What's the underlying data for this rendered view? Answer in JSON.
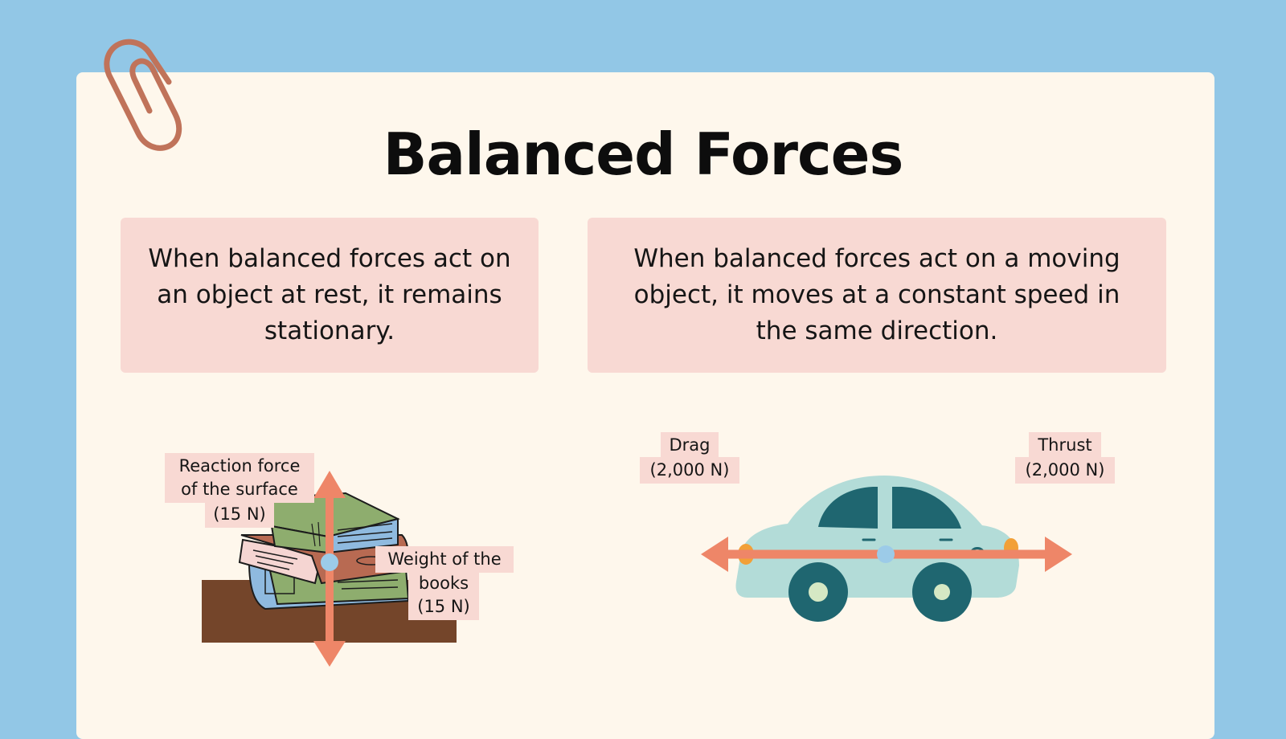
{
  "slide": {
    "title": "Balanced Forces"
  },
  "boxes": {
    "at_rest": "When balanced forces act on an object at rest, it remains stationary.",
    "moving": "When balanced forces act on a moving object, it moves at a constant speed in the same direction."
  },
  "books_diagram": {
    "reaction_force_line1": "Reaction force",
    "reaction_force_line2": "of the surface",
    "reaction_force_value": "(15 N)",
    "weight_line1": "Weight of the",
    "weight_line2": "books",
    "weight_value": "(15 N)"
  },
  "car_diagram": {
    "drag_label": "Drag",
    "drag_value": "(2,000 N)",
    "thrust_label": "Thrust",
    "thrust_value": "(2,000 N)"
  },
  "colors": {
    "background": "#92c7e6",
    "card": "#fef7ec",
    "box": "#f8d9d3",
    "arrow": "#ee8668",
    "point": "#9ccbe8",
    "car_body": "#b3dcd8",
    "car_dark": "#1f6670",
    "paperclip": "#c0735a"
  }
}
